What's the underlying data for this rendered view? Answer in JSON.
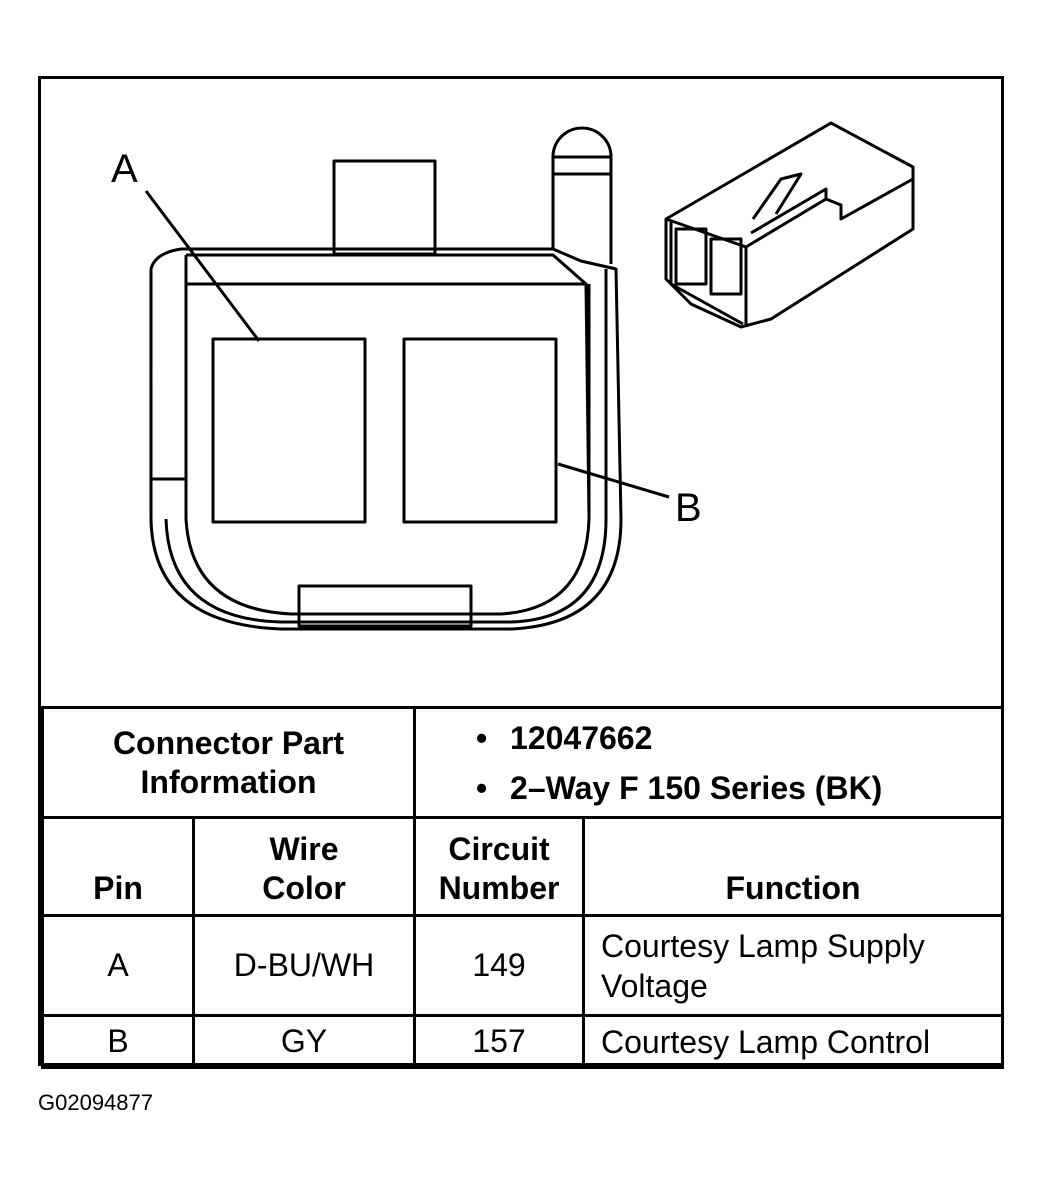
{
  "diagram": {
    "pin_labels": [
      "A",
      "B"
    ]
  },
  "connector_info": {
    "header_line1": "Connector Part",
    "header_line2": "Information",
    "bullets": [
      "12047662",
      "2–Way F 150 Series (BK)"
    ]
  },
  "columns": {
    "pin": "Pin",
    "wire_color_line1": "Wire",
    "wire_color_line2": "Color",
    "circuit_line1": "Circuit",
    "circuit_line2": "Number",
    "function": "Function"
  },
  "rows": [
    {
      "pin": "A",
      "wire_color": "D-BU/WH",
      "circuit": "149",
      "function_line1": "Courtesy Lamp Supply",
      "function_line2": "Voltage"
    },
    {
      "pin": "B",
      "wire_color": "GY",
      "circuit": "157",
      "function_line1": "Courtesy Lamp Control",
      "function_line2": ""
    }
  ],
  "figure_id": "G02094877"
}
